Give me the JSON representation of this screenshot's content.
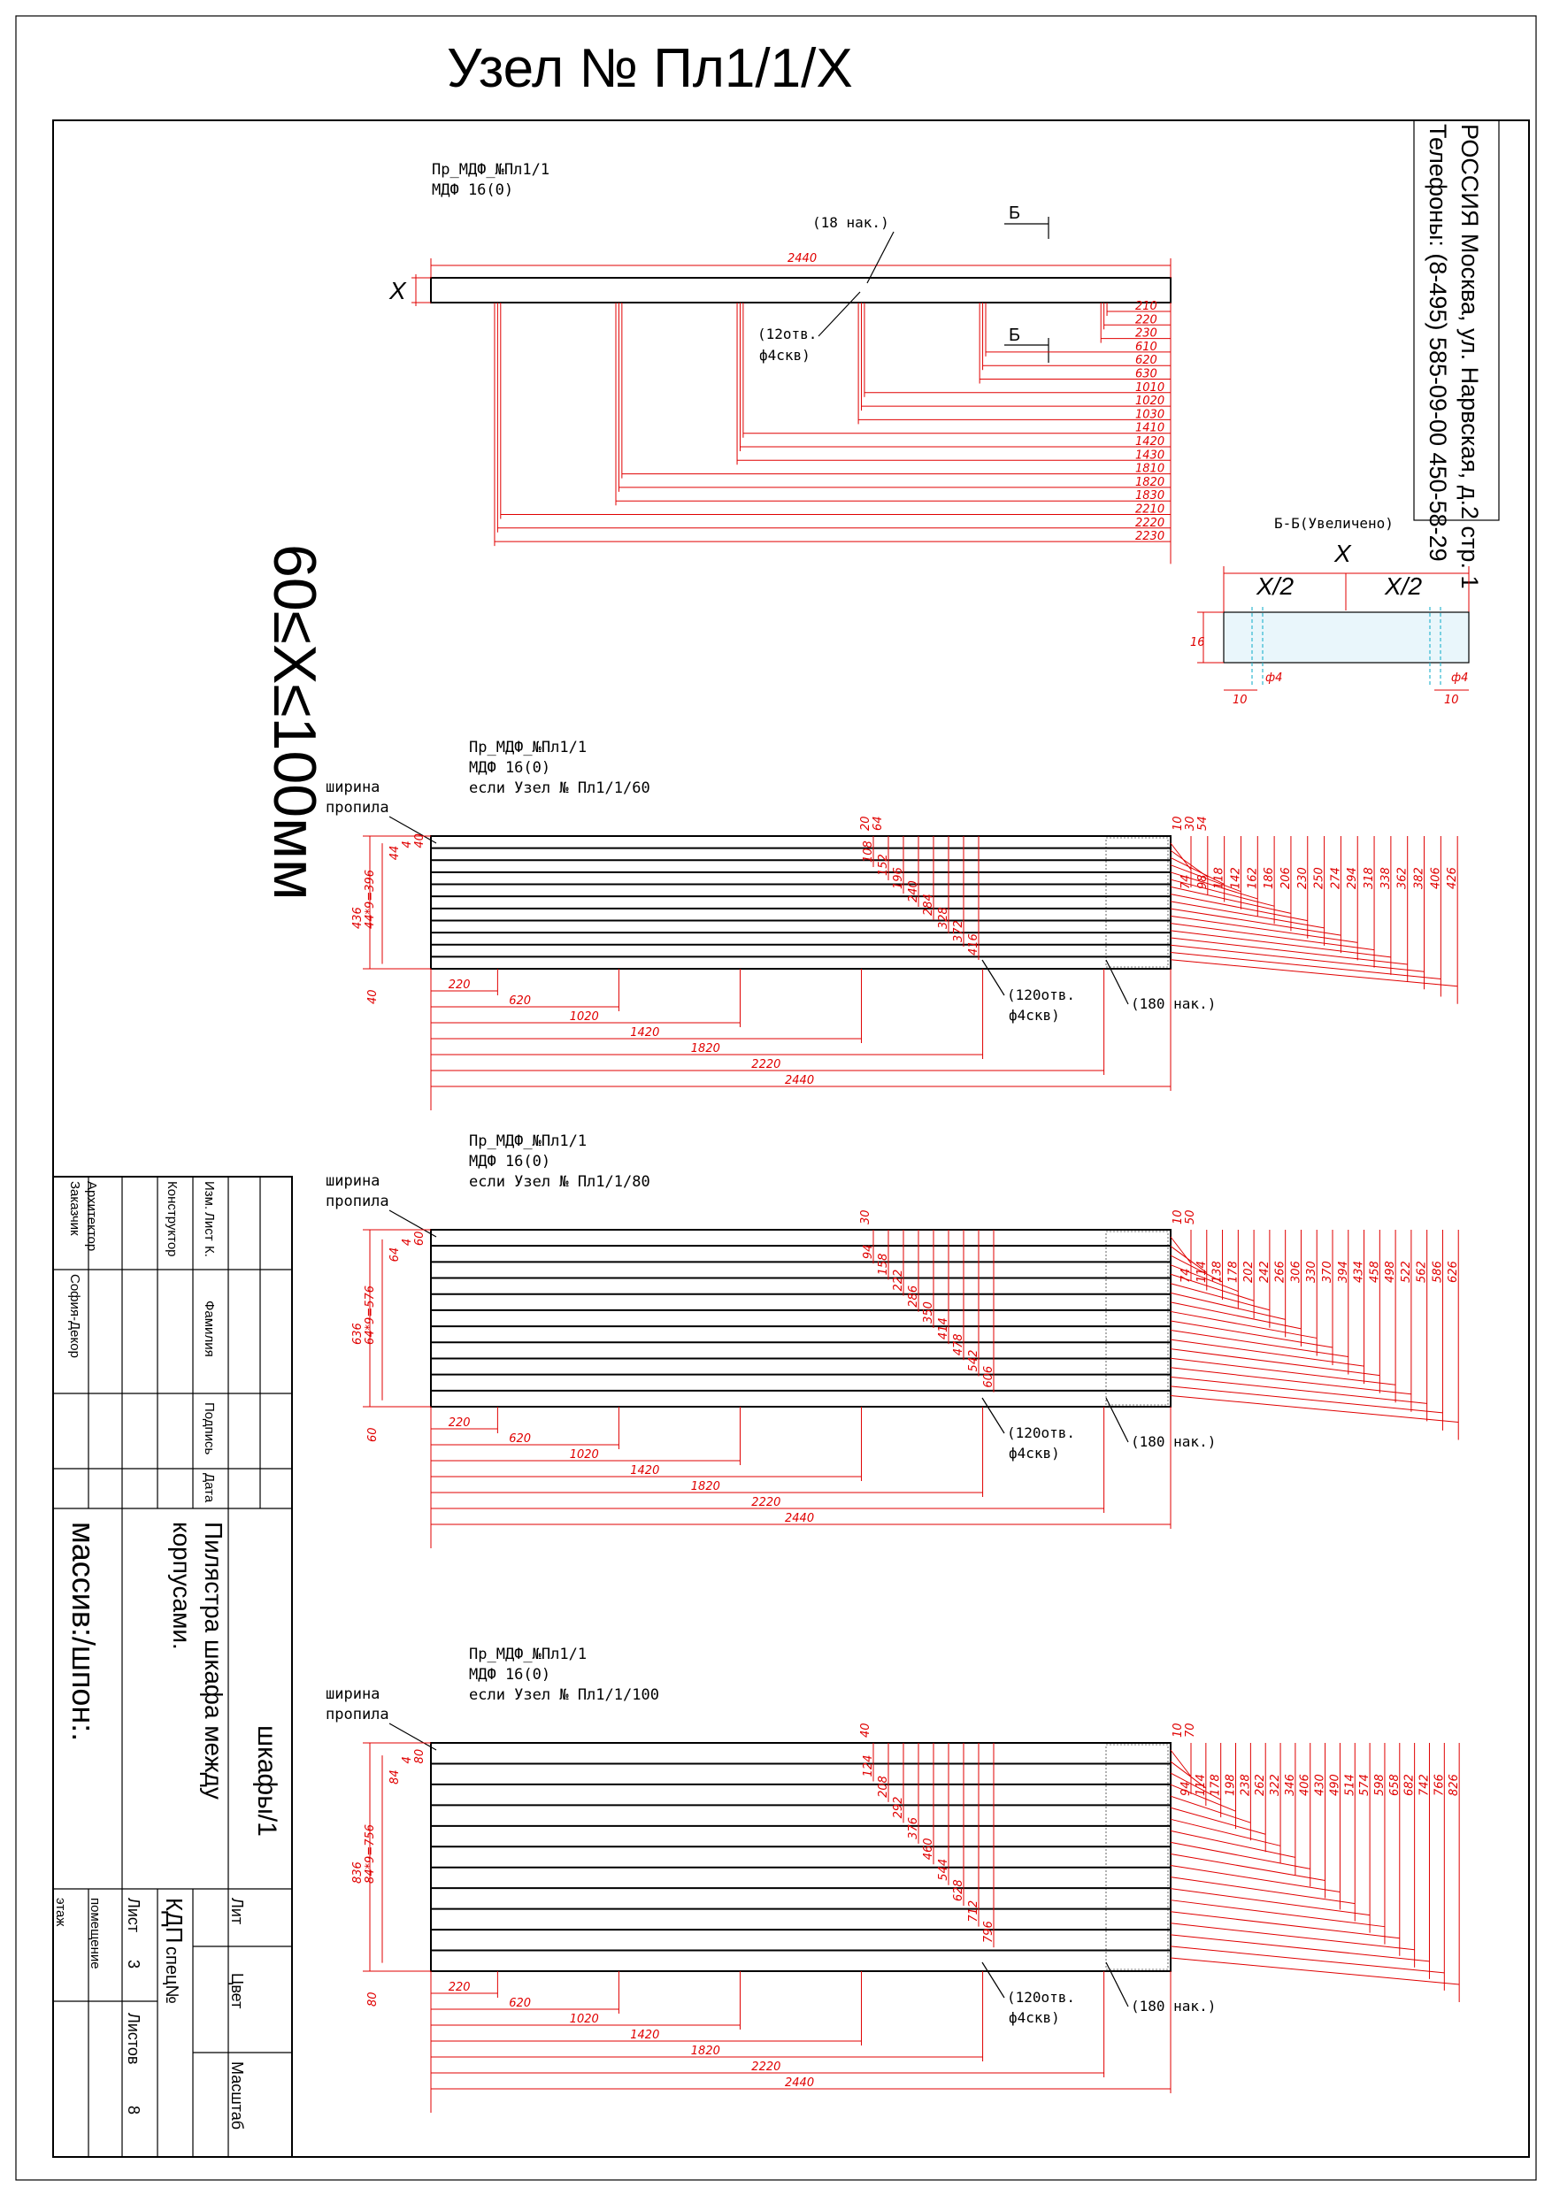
{
  "title": "Узел № Пл1/1/X",
  "range_note": "60≤X≤100мм",
  "company": {
    "line1": "РОССИЯ Москва, ул. Нарвская, д.2 стр. 1",
    "line2": "Телефоны: (8-495) 585-09-00 450-58-29"
  },
  "top_view": {
    "part_name": "Пр_МДФ_№Пл1/1",
    "material": "МДФ 16(0)",
    "x_label": "X",
    "overall": "2440",
    "cuts_callout": "(18 нак.)",
    "holes_callout_1": "(12отв.",
    "holes_callout_2": "ф4скв)",
    "section_mark": "Б",
    "dims": [
      "210",
      "220",
      "230",
      "610",
      "620",
      "630",
      "1010",
      "1020",
      "1030",
      "1410",
      "1420",
      "1430",
      "1810",
      "1820",
      "1830",
      "2210",
      "2220",
      "2230"
    ]
  },
  "section": {
    "title": "Б-Б(Увеличено)",
    "x": "X",
    "half": "X/2",
    "thickness": "16",
    "edge": "10",
    "hole": "ф4"
  },
  "variants": [
    {
      "part_name": "Пр_МДФ_№Пл1/1",
      "material": "МДФ 16(0)",
      "condition": "если Узел № Пл1/1/60",
      "kerf_label_1": "ширина",
      "kerf_label_2": "пропила",
      "holes_1": "(120отв.",
      "holes_2": "ф4скв)",
      "cuts": "(180 нак.)",
      "height_dims": [
        "436",
        "44*9=396",
        "44",
        "4",
        "40",
        "40"
      ],
      "top_right": [
        "10",
        "30",
        "54"
      ],
      "top_mid": [
        "20",
        "64"
      ],
      "right_dims": [
        "74",
        "98",
        "118",
        "142",
        "162",
        "186",
        "206",
        "230",
        "250",
        "274",
        "294",
        "318",
        "338",
        "362",
        "382",
        "406",
        "426"
      ],
      "mid_dims": [
        "108",
        "152",
        "196",
        "240",
        "284",
        "328",
        "372",
        "416"
      ],
      "bottom_dims": [
        "220",
        "620",
        "1020",
        "1420",
        "1820",
        "2220",
        "2440"
      ]
    },
    {
      "part_name": "Пр_МДФ_№Пл1/1",
      "material": "МДФ 16(0)",
      "condition": "если Узел № Пл1/1/80",
      "kerf_label_1": "ширина",
      "kerf_label_2": "пропила",
      "holes_1": "(120отв.",
      "holes_2": "ф4скв)",
      "cuts": "(180 нак.)",
      "height_dims": [
        "636",
        "64*9=576",
        "64",
        "4",
        "60",
        "60"
      ],
      "top_right": [
        "10",
        "50"
      ],
      "top_mid": [
        "30"
      ],
      "right_dims": [
        "74",
        "114",
        "138",
        "178",
        "202",
        "242",
        "266",
        "306",
        "330",
        "370",
        "394",
        "434",
        "458",
        "498",
        "522",
        "562",
        "586",
        "626"
      ],
      "mid_dims": [
        "94",
        "158",
        "222",
        "286",
        "350",
        "414",
        "478",
        "542",
        "606"
      ],
      "bottom_dims": [
        "220",
        "620",
        "1020",
        "1420",
        "1820",
        "2220",
        "2440"
      ]
    },
    {
      "part_name": "Пр_МДФ_№Пл1/1",
      "material": "МДФ 16(0)",
      "condition": "если Узел № Пл1/1/100",
      "kerf_label_1": "ширина",
      "kerf_label_2": "пропила",
      "holes_1": "(120отв.",
      "holes_2": "ф4скв)",
      "cuts": "(180 нак.)",
      "height_dims": [
        "836",
        "84*9=756",
        "84",
        "4",
        "80",
        "80"
      ],
      "top_right": [
        "10",
        "70"
      ],
      "top_mid": [
        "40"
      ],
      "right_dims": [
        "94",
        "114",
        "178",
        "198",
        "238",
        "262",
        "322",
        "346",
        "406",
        "430",
        "490",
        "514",
        "574",
        "598",
        "658",
        "682",
        "742",
        "766",
        "826"
      ],
      "mid_dims": [
        "124",
        "208",
        "292",
        "376",
        "460",
        "544",
        "628",
        "712",
        "796"
      ],
      "bottom_dims": [
        "220",
        "620",
        "1020",
        "1420",
        "1820",
        "2220",
        "2440"
      ]
    }
  ],
  "stamp": {
    "rows": [
      "Архитектор",
      "Заказчик",
      "Конструктор"
    ],
    "customer": "София-Декор",
    "col_izm": "Изм.",
    "col_list": "Лист",
    "col_ndok": "К.",
    "col_fam": "Фамилия",
    "col_podp": "Подпись",
    "col_data": "Дата",
    "title_1": "Пилястра шкафа между",
    "title_2": "корпусами.",
    "project": "шкафы/1",
    "material": "массив:/шпон:.",
    "lit": "Лит",
    "color": "Цвет",
    "scale": "Масштаб",
    "org": "КДП",
    "spec": "спец№",
    "sheet": "Лист",
    "sheet_no": "3",
    "sheets": "Листов",
    "sheets_no": "8",
    "room": "помещение",
    "floor": "этаж"
  }
}
